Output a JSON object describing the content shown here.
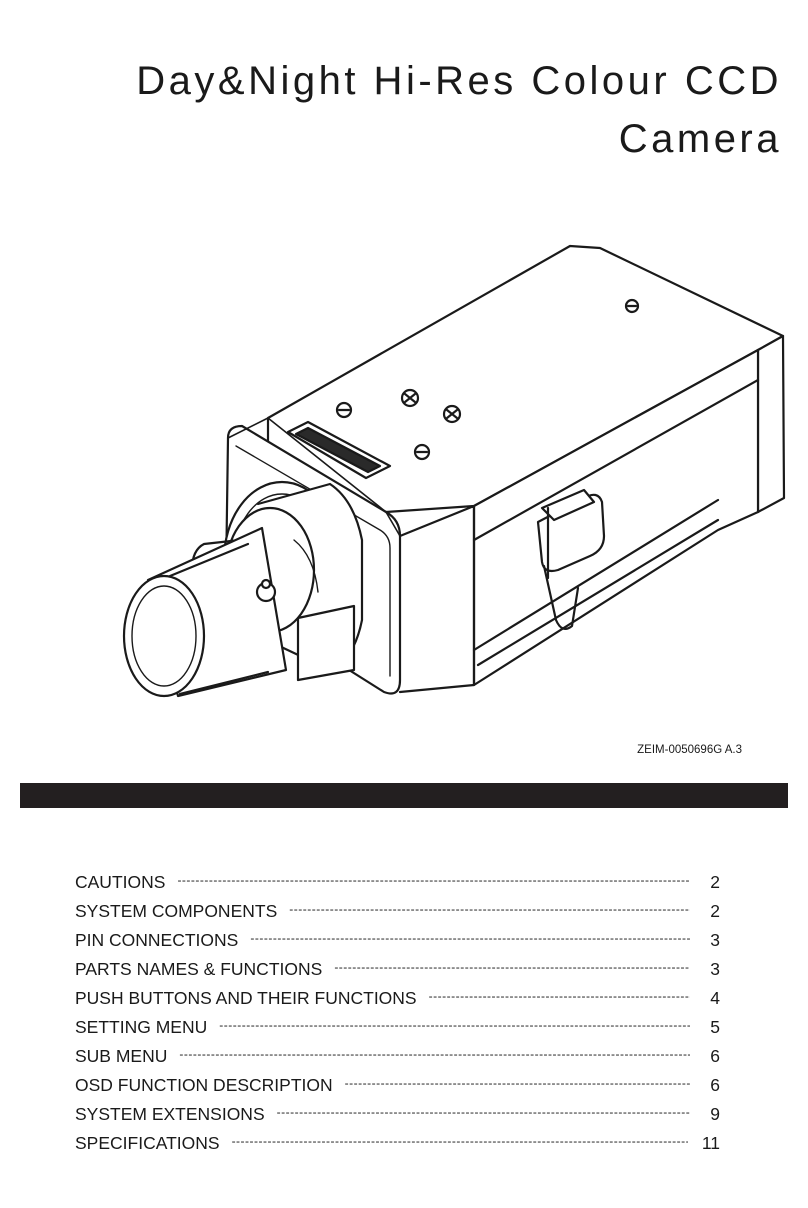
{
  "title": {
    "line1": "Day&Night Hi-Res Colour CCD",
    "line2": "Camera"
  },
  "doc_id": "ZEIM-0050696G A.3",
  "toc": [
    {
      "label": "CAUTIONS",
      "page": "2"
    },
    {
      "label": "SYSTEM COMPONENTS",
      "page": "2"
    },
    {
      "label": "PIN CONNECTIONS",
      "page": "3"
    },
    {
      "label": "PARTS NAMES & FUNCTIONS",
      "page": "3"
    },
    {
      "label": "PUSH BUTTONS AND THEIR FUNCTIONS",
      "page": "4"
    },
    {
      "label": "SETTING MENU",
      "page": "5"
    },
    {
      "label": "SUB MENU",
      "page": "6"
    },
    {
      "label": "OSD FUNCTION DESCRIPTION",
      "page": "6"
    },
    {
      "label": "SYSTEM EXTENSIONS",
      "page": "9"
    },
    {
      "label": "SPECIFICATIONS",
      "page": "11"
    }
  ],
  "colors": {
    "bar": "#231f20",
    "text": "#1a1a1a"
  }
}
